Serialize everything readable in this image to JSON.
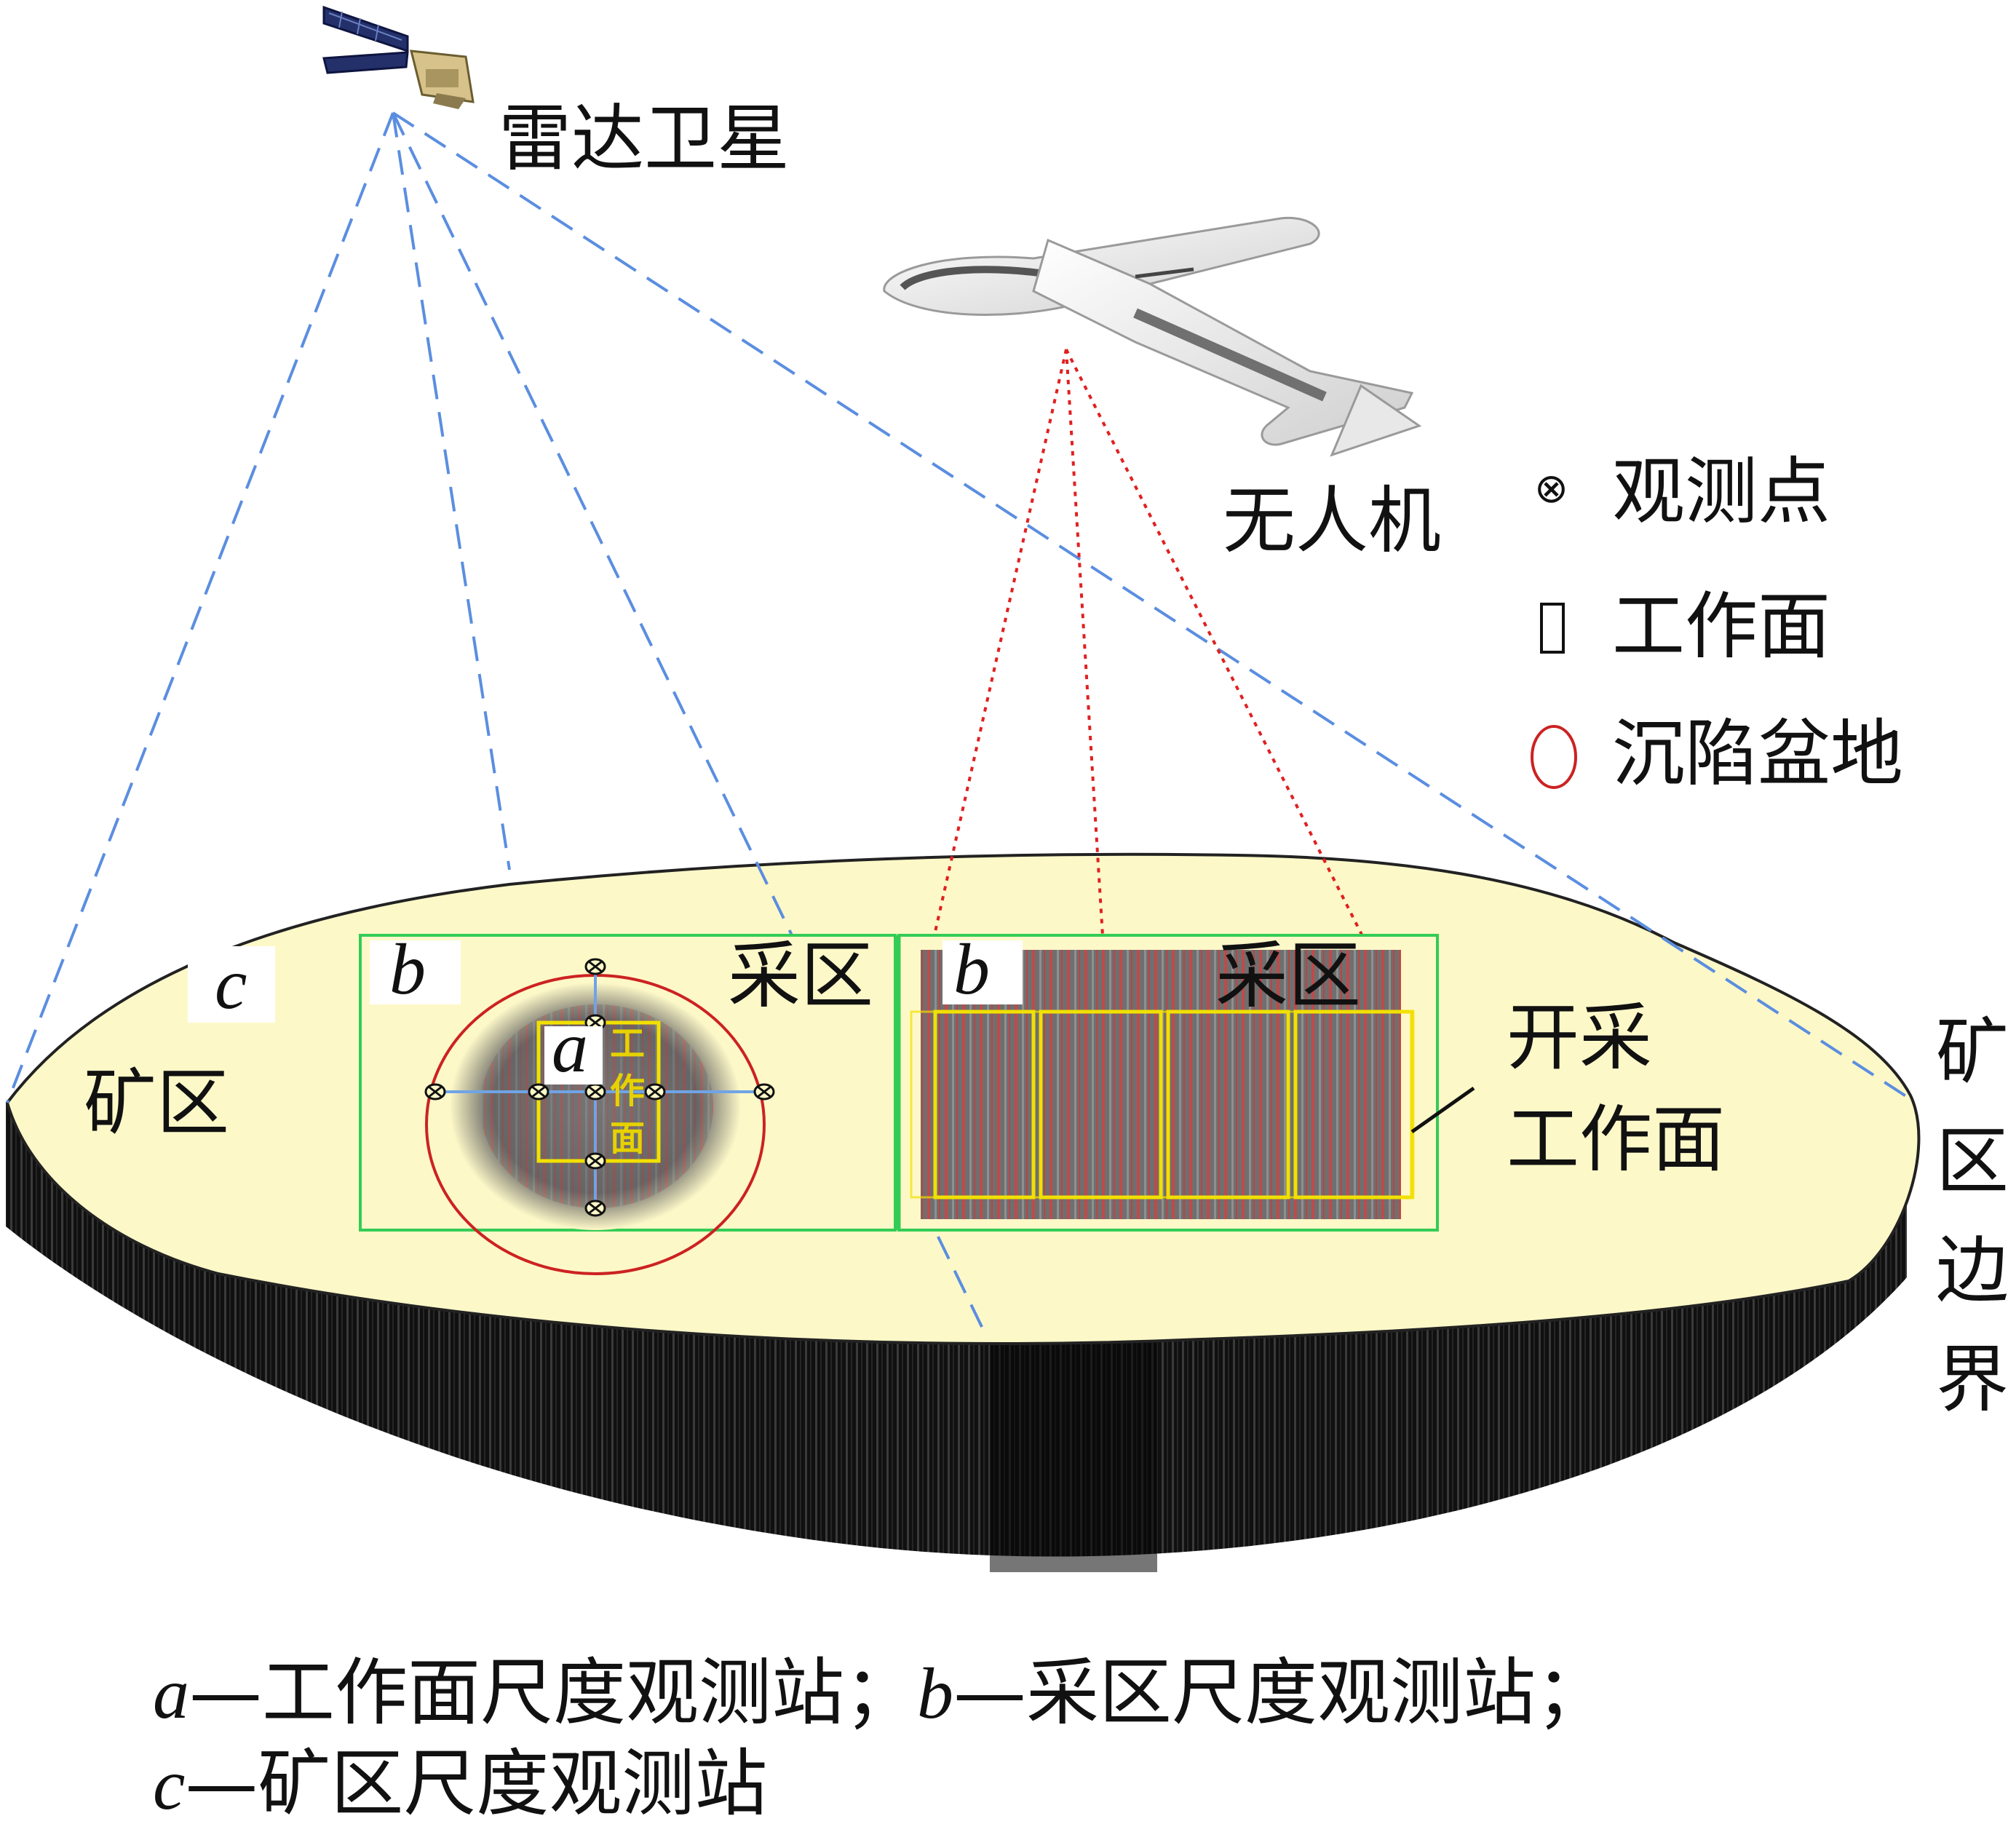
{
  "labels": {
    "satellite": "雷达卫星",
    "uav": "无人机",
    "mine_area": "矿区",
    "mine_boundary": [
      "矿",
      "区",
      "边",
      "界"
    ],
    "mining_district_left": "采区",
    "mining_district_right": "采区",
    "mining_face": [
      "开采",
      "工作面"
    ],
    "inner_face": [
      "工",
      "作",
      "面"
    ],
    "scale_a": "a",
    "scale_b_left": "b",
    "scale_b_right": "b",
    "scale_c": "c"
  },
  "legend": {
    "items": [
      {
        "symbol": "⊗",
        "label": "观测点"
      },
      {
        "symbol": "▯",
        "label": "工作面"
      },
      {
        "symbol": "ellipse",
        "label": "沉陷盆地"
      }
    ]
  },
  "caption": {
    "line1": [
      {
        "letter": "a",
        "text": "—工作面尺度观测站；"
      },
      {
        "letter": "b",
        "text": "—采区尺度观测站；"
      }
    ],
    "line2": [
      {
        "letter": "c",
        "text": "—矿区尺度观测站"
      }
    ]
  },
  "colors": {
    "ground_top": "#fdf8c8",
    "ground_side": "#111111",
    "satellite_beam": "#5b8ee0",
    "uav_beam": "#e02020",
    "district_frame": "#33cc55",
    "working_face": "#f2e000",
    "subsidence_basin": "#cc2222"
  }
}
